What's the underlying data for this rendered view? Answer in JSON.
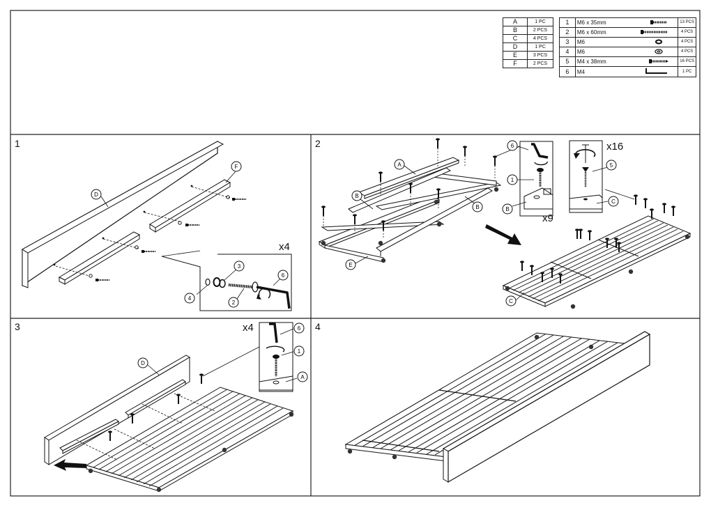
{
  "parts_boards": [
    {
      "code": "A",
      "qty": "1 PC"
    },
    {
      "code": "B",
      "qty": "2 PCS"
    },
    {
      "code": "C",
      "qty": "4 PCS"
    },
    {
      "code": "D",
      "qty": "1 PC"
    },
    {
      "code": "E",
      "qty": "3 PCS"
    },
    {
      "code": "F",
      "qty": "2 PCS"
    }
  ],
  "parts_hardware": [
    {
      "num": "1",
      "spec": "M6 x 35mm",
      "icon": "bolt-short-icon",
      "qty": "13 PCS"
    },
    {
      "num": "2",
      "spec": "M6 x 60mm",
      "icon": "bolt-long-icon",
      "qty": "4 PCS"
    },
    {
      "num": "3",
      "spec": "M6",
      "icon": "washer-icon",
      "qty": "4 PCS"
    },
    {
      "num": "4",
      "spec": "M6",
      "icon": "lock-washer-icon",
      "qty": "4 PCS"
    },
    {
      "num": "5",
      "spec": "M4 x 38mm",
      "icon": "wood-screw-icon",
      "qty": "16 PCS"
    },
    {
      "num": "6",
      "spec": "M4",
      "icon": "allen-key-icon",
      "qty": "1 PC"
    }
  ],
  "steps": {
    "s1": {
      "label": "1",
      "mult": "x4"
    },
    "s2": {
      "label": "2",
      "mult_screws": "x16",
      "mult_bolts": "x9"
    },
    "s3": {
      "label": "3",
      "mult": "x4"
    },
    "s4": {
      "label": "4"
    }
  },
  "callouts": {
    "s1": {
      "board": "D",
      "rail": "F",
      "washer": "3",
      "lock": "4",
      "bolt": "2",
      "key": "6"
    },
    "s2": {
      "top": "A",
      "left": "B",
      "right": "B",
      "bottom": "E",
      "det_key": "6",
      "det_bolt": "1",
      "det_board": "B",
      "det_screw": "5",
      "det_slat": "C",
      "result": "C"
    },
    "s3": {
      "board": "D",
      "key": "6",
      "bolt": "1",
      "rail": "A"
    }
  }
}
